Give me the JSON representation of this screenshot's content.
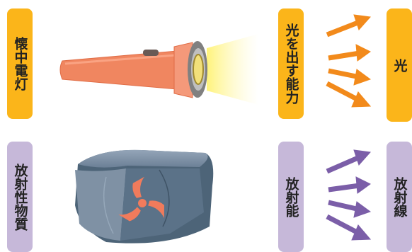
{
  "rows": [
    {
      "subject_label": "懐中電灯",
      "ability_label": "光を出す能力",
      "emission_label": "光",
      "color": "#fbb51a",
      "arrow_color": "#f28a1b",
      "icon": "flashlight-icon"
    },
    {
      "subject_label": "放射性物質",
      "ability_label": "放射能",
      "emission_label": "放射線",
      "color": "#c6b8d9",
      "arrow_color": "#7b5ea8",
      "icon": "radioactive-rock-icon"
    }
  ]
}
